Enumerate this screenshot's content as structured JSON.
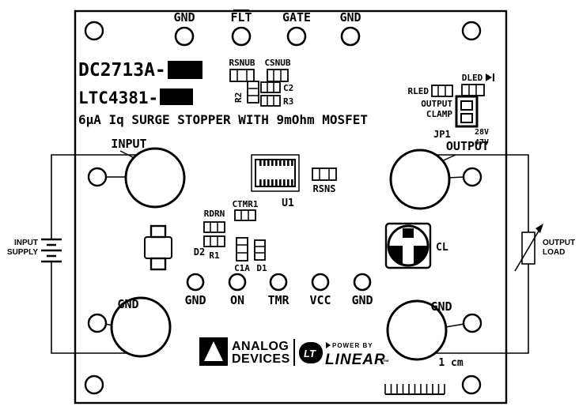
{
  "board": {
    "model": "DC2713A-",
    "chip": "LTC4381-",
    "description": "6µA Iq SURGE STOPPER WITH 9mOhm MOSFET"
  },
  "turrets": {
    "top": [
      "GND",
      "FLT",
      "GATE",
      "GND"
    ],
    "bottom": [
      "GND",
      "ON",
      "TMR",
      "VCC",
      "GND"
    ],
    "input": "INPUT",
    "output": "OUTPUT",
    "gnd_left": "GND",
    "gnd_right": "GND"
  },
  "components": {
    "rsnub": "RSNUB",
    "csnub": "CSNUB",
    "r2": "R2",
    "c2": "C2",
    "r3": "R3",
    "rled": "RLED",
    "dled": "DLED",
    "clamp_line1": "OUTPUT",
    "clamp_line2": "CLAMP",
    "jp1": "JP1",
    "jp1_opt1": "28V",
    "jp1_opt2": "47V",
    "u1": "U1",
    "rsns": "RSNS",
    "ctmr1": "CTMR1",
    "rdrn": "RDRN",
    "r1": "R1",
    "c1a": "C1A",
    "d1": "D1",
    "d2": "D2",
    "cl": "CL"
  },
  "external": {
    "supply_line1": "INPUT",
    "supply_line2": "SUPPLY",
    "load_line1": "OUTPUT",
    "load_line2": "LOAD"
  },
  "logos": {
    "adi_line1": "ANALOG",
    "adi_line2": "DEVICES",
    "lt": "LT",
    "power_by": "POWER BY",
    "linear": "LINEAR",
    "tm": "™"
  },
  "scale_label": "1 cm"
}
